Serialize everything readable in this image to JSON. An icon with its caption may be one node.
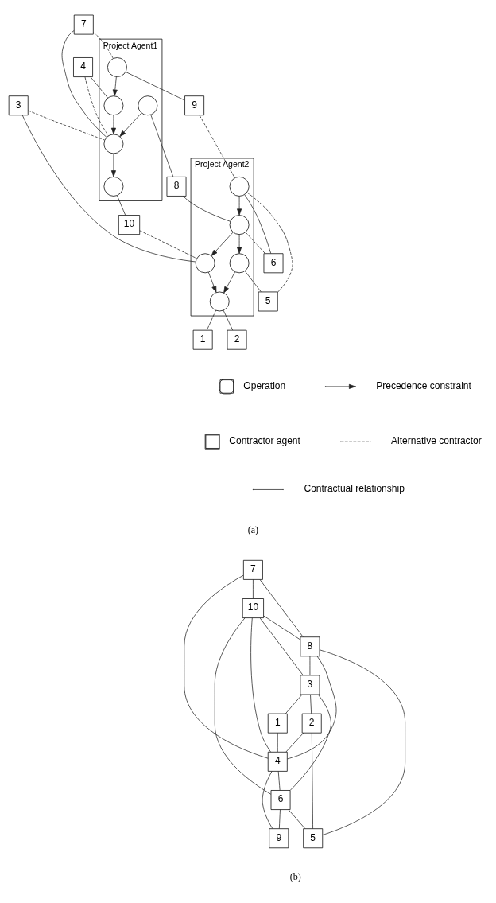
{
  "diagram": {
    "nodes": [
      {
        "text": [
          "Project Agent1"
        ]
      },
      {
        "text": [],
        "shape": "circle",
        "in": 0
      },
      {
        "text": [],
        "shape": "circle",
        "in": 0
      },
      {
        "text": [],
        "shape": "circle",
        "in": 0
      },
      {
        "text": [],
        "shape": "circle",
        "in": 0
      },
      {
        "text": [],
        "shape": "circle",
        "in": 0
      },
      {
        "text": [
          "Project Agent2"
        ]
      },
      {
        "text": [],
        "shape": "circle",
        "in": 6
      },
      {
        "text": [],
        "shape": "circle",
        "in": 6
      },
      {
        "text": [],
        "shape": "circle",
        "in": 6
      },
      {
        "text": [],
        "shape": "circle",
        "in": 6
      },
      {
        "text": [],
        "shape": "circle",
        "in": 6
      },
      {
        "text": [
          "3"
        ]
      },
      {
        "text": [
          "4"
        ]
      },
      {
        "text": [
          "7"
        ]
      },
      {
        "text": [
          "10"
        ]
      },
      {
        "text": [
          "8"
        ]
      },
      {
        "text": [
          "9"
        ]
      },
      {
        "text": [
          "1"
        ]
      },
      {
        "text": [
          "2"
        ]
      },
      {
        "text": [
          "5"
        ]
      },
      {
        "text": [
          "6"
        ]
      },
      {
        "text": [
          "7"
        ]
      },
      {
        "text": [
          "10"
        ]
      },
      {
        "text": [
          "8"
        ]
      },
      {
        "text": [
          "3"
        ]
      },
      {
        "text": [
          "1"
        ]
      },
      {
        "text": [
          "4"
        ]
      },
      {
        "text": [
          "6"
        ]
      },
      {
        "text": [
          "2"
        ]
      },
      {
        "text": [
          "5"
        ]
      },
      {
        "text": [
          "9"
        ]
      }
    ],
    "edges": [
      {
        "from": 2,
        "to": 1,
        "arrow": "to"
      },
      {
        "from": 3,
        "to": 2,
        "arrow": "to"
      },
      {
        "from": 5,
        "to": 2,
        "arrow": "to"
      },
      {
        "from": 4,
        "to": 3,
        "arrow": "to"
      },
      {
        "from": 8,
        "to": 7,
        "arrow": "to"
      },
      {
        "from": 9,
        "to": 7,
        "arrow": "to"
      },
      {
        "from": 10,
        "to": 8,
        "arrow": "to"
      },
      {
        "from": 10,
        "to": 9,
        "arrow": "to"
      },
      {
        "from": 11,
        "to": 10,
        "arrow": "to"
      },
      {
        "from": 12,
        "to": 2,
        "arrow": "none",
        "style": "dashed"
      },
      {
        "from": 13,
        "to": 2,
        "arrow": "none",
        "style": "dashed"
      },
      {
        "from": 14,
        "to": 4,
        "arrow": "none",
        "style": "dashed"
      },
      {
        "from": 15,
        "to": 8,
        "arrow": "none",
        "style": "dashed"
      },
      {
        "from": 17,
        "to": 11,
        "arrow": "none",
        "style": "dashed"
      },
      {
        "from": 7,
        "to": 18,
        "arrow": "none",
        "style": "dashed"
      },
      {
        "from": 11,
        "to": 20,
        "arrow": "none",
        "style": "dashed"
      },
      {
        "from": 10,
        "to": 21,
        "arrow": "none",
        "style": "dashed"
      },
      {
        "from": 12,
        "to": 8,
        "arrow": "none"
      },
      {
        "from": 13,
        "to": 3,
        "arrow": "none"
      },
      {
        "from": 14,
        "to": 2,
        "arrow": "none"
      },
      {
        "from": 1,
        "to": 15,
        "arrow": "none"
      },
      {
        "from": 5,
        "to": 16,
        "arrow": "none"
      },
      {
        "from": 4,
        "to": 17,
        "arrow": "none"
      },
      {
        "from": 16,
        "to": 10,
        "arrow": "none"
      },
      {
        "from": 7,
        "to": 19,
        "arrow": "none"
      },
      {
        "from": 9,
        "to": 20,
        "arrow": "none"
      },
      {
        "from": 11,
        "to": 21,
        "arrow": "none"
      },
      {
        "from": 22,
        "to": 23,
        "arrow": "none"
      },
      {
        "from": 22,
        "to": 24,
        "arrow": "none"
      },
      {
        "from": 22,
        "to": 27,
        "arrow": "none"
      },
      {
        "from": 23,
        "to": 24,
        "arrow": "none"
      },
      {
        "from": 23,
        "to": 25,
        "arrow": "none"
      },
      {
        "from": 23,
        "to": 27,
        "arrow": "none"
      },
      {
        "from": 23,
        "to": 28,
        "arrow": "none"
      },
      {
        "from": 24,
        "to": 25,
        "arrow": "none"
      },
      {
        "from": 24,
        "to": 27,
        "arrow": "none"
      },
      {
        "from": 24,
        "to": 30,
        "arrow": "none"
      },
      {
        "from": 25,
        "to": 26,
        "arrow": "none"
      },
      {
        "from": 25,
        "to": 29,
        "arrow": "none"
      },
      {
        "from": 25,
        "to": 28,
        "arrow": "none"
      },
      {
        "from": 26,
        "to": 27,
        "arrow": "none"
      },
      {
        "from": 29,
        "to": 27,
        "arrow": "none"
      },
      {
        "from": 29,
        "to": 30,
        "arrow": "none"
      },
      {
        "from": 27,
        "to": 28,
        "arrow": "none"
      },
      {
        "from": 27,
        "to": 31,
        "arrow": "none"
      },
      {
        "from": 28,
        "to": 30,
        "arrow": "none"
      },
      {
        "from": 28,
        "to": 31,
        "arrow": "none"
      }
    ],
    "labels": [
      "(a)",
      "(b)"
    ],
    "legend": [
      {
        "text": "Operation"
      },
      {
        "text": "Precedence constraint"
      },
      {
        "text": "Contractor agent"
      },
      {
        "text": "Alternative contractor"
      },
      {
        "text": "Contractual relationship"
      }
    ]
  }
}
